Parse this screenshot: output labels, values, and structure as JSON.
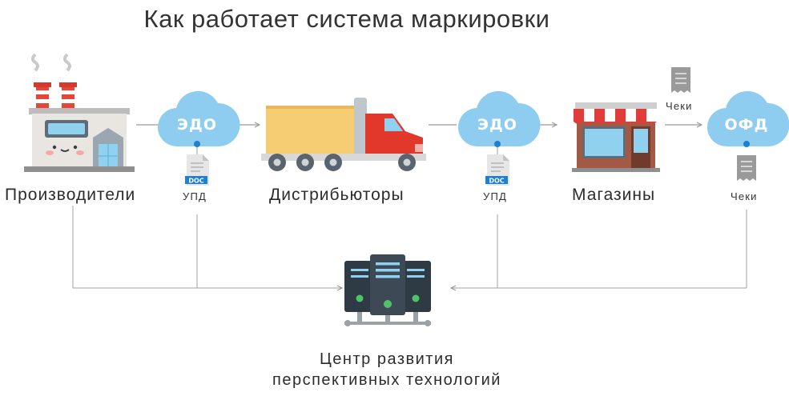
{
  "title": "Как работает система маркировки",
  "nodes": {
    "producers": "Производители",
    "distributors": "Дистрибьюторы",
    "stores": "Магазины"
  },
  "clouds": {
    "edo_1": "ЭДО",
    "edo_2": "ЭДО",
    "ofd": "ОФД"
  },
  "documents": {
    "upd_1": "УПД",
    "upd_2": "УПД",
    "doc_badge": "DOC"
  },
  "receipts": {
    "top": "Чеки",
    "bottom": "Чеки"
  },
  "center": {
    "line1": "Центр развития",
    "line2": "перспективных технологий"
  },
  "colors": {
    "cloud": "#8ecdf0",
    "truck_cab": "#e0392b",
    "cargo": "#f6cd72",
    "awning": "#e23c3a",
    "server": "#2e3a44",
    "server_light": "#4fc26b",
    "line": "#9a9a9a"
  }
}
